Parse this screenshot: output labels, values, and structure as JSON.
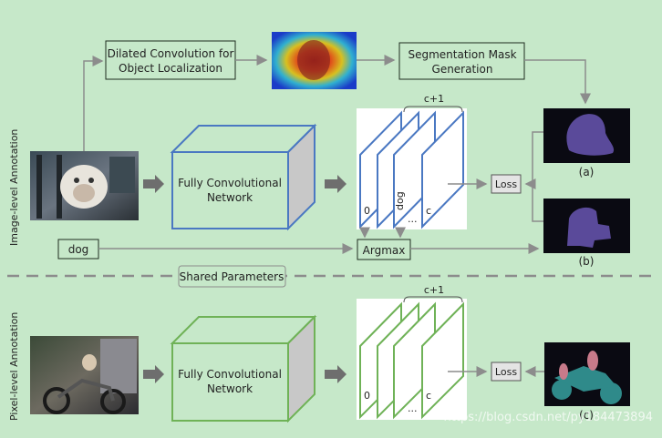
{
  "top": {
    "dilated_label_1": "Dilated Convolution for",
    "dilated_label_2": "Object Localization",
    "seg_label_1": "Segmentation Mask",
    "seg_label_2": "Generation",
    "fcn_label_1": "Fully Convolutional",
    "fcn_label_2": "Network",
    "channel_bracket": "c+1",
    "channel_0": "0",
    "channel_dog": "dog",
    "channel_dots": "...",
    "channel_c": "c",
    "loss": "Loss",
    "caption_a": "(a)",
    "caption_b": "(b)",
    "dog_input": "dog",
    "argmax": "Argmax",
    "side_label": "Image-level Annotation"
  },
  "divider": {
    "label": "Shared Parameters"
  },
  "bottom": {
    "fcn_label_1": "Fully Convolutional",
    "fcn_label_2": "Network",
    "channel_bracket": "c+1",
    "channel_0": "0",
    "channel_dots": "...",
    "channel_c": "c",
    "loss": "Loss",
    "caption_c": "(c)",
    "side_label": "Pixel-level Annotation"
  },
  "watermark": "https://blog.csdn.net/py184473894",
  "colors": {
    "background": "#c6e8c9",
    "blue_stroke": "#4a78c2",
    "green_stroke": "#6fb257",
    "arrow_gray": "#8c8c8c",
    "box_stroke": "#1f2b1f"
  }
}
